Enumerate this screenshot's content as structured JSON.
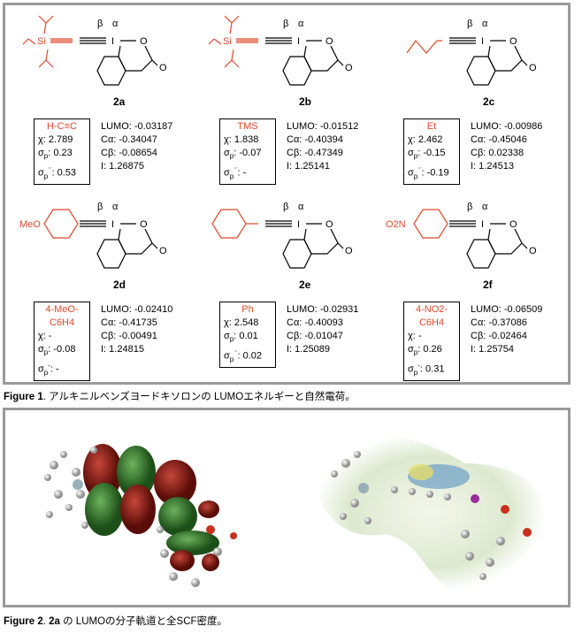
{
  "fig1": {
    "molecules": [
      {
        "id": "2a",
        "sub": "H-C≡C",
        "lines": [
          "χ: 2.789",
          "σp: 0.23",
          "σp⁻: 0.53"
        ],
        "vals": [
          "LUMO: -0.03187",
          "Cα: -0.34047",
          "Cβ: -0.08654",
          "I: 1.26875"
        ],
        "struct_si": "Si"
      },
      {
        "id": "2b",
        "sub": "TMS",
        "lines": [
          "χ: 1.838",
          "σp: -0.07",
          "σp⁻: -"
        ],
        "vals": [
          "LUMO: -0.01512",
          "Cα: -0.40394",
          "Cβ: -0.47349",
          "I: 1.25141"
        ],
        "struct_si": "Si"
      },
      {
        "id": "2c",
        "sub": "Et",
        "lines": [
          "χ: 2.462",
          "σp: -0.15",
          "σp⁻: -0.19"
        ],
        "vals": [
          "LUMO: -0.00986",
          "Cα: -0.45046",
          "Cβ: 0.02338",
          "I: 1.24513"
        ]
      },
      {
        "id": "2d",
        "sub": "4-MeO-C6H4",
        "lines": [
          "χ: -",
          "σp: -0.08",
          "σp-: -"
        ],
        "vals": [
          "LUMO: -0.02410",
          "Cα: -0.41735",
          "Cβ: -0.00491",
          "I: 1.24815"
        ],
        "struct_prefix": "MeO"
      },
      {
        "id": "2e",
        "sub": "Ph",
        "lines": [
          "χ: 2.548",
          "σp: 0.01",
          "σp⁻: 0.02"
        ],
        "vals": [
          "LUMO: -0.02931",
          "Cα: -0.40093",
          "Cβ: -0.01047",
          "I: 1.25089"
        ]
      },
      {
        "id": "2f",
        "sub": "4-NO2-C6H4",
        "lines": [
          "χ: -",
          "σp: 0.26",
          "σp-: 0.31"
        ],
        "vals": [
          "LUMO: -0.06509",
          "Cα: -0.37086",
          "Cβ: -0.02464",
          "I: 1.25754"
        ],
        "struct_prefix": "O2N"
      }
    ],
    "beta": "β",
    "alpha": "α",
    "iodine": "I",
    "oxy": "O",
    "caption_label": "Figure 1",
    "caption_text": ". アルキニルベンズヨードキソロンの LUMOエネルギーと自然電荷。"
  },
  "fig2": {
    "caption_label": "Figure 2",
    "caption_bold": "2a",
    "caption_text": " の LUMOの分子軌道と全SCF密度。"
  },
  "colors": {
    "accent": "#e0492a",
    "frame": "#9a9a9a",
    "orbital_red": "#8a1a12",
    "orbital_green": "#2f7a2a"
  }
}
